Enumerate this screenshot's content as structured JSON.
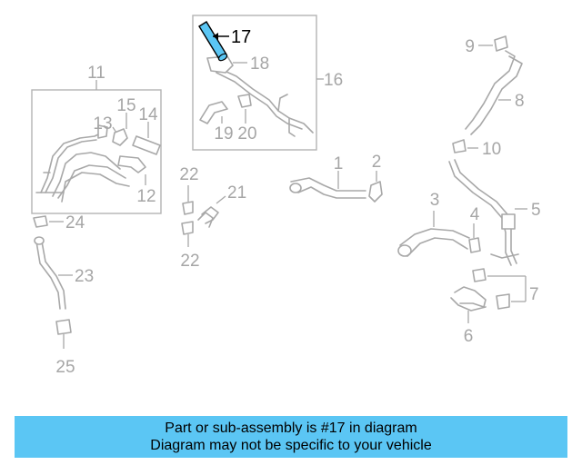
{
  "highlight": {
    "part": "17",
    "color": "#5bc6f4"
  },
  "callouts": {
    "n1": "1",
    "n2": "2",
    "n3": "3",
    "n4": "4",
    "n5": "5",
    "n6": "6",
    "n7": "7",
    "n8": "8",
    "n9": "9",
    "n10": "10",
    "n11": "11",
    "n12": "12",
    "n13": "13",
    "n14": "14",
    "n15": "15",
    "n16": "16",
    "n17": "17",
    "n18": "18",
    "n19": "19",
    "n20": "20",
    "n21": "21",
    "n22a": "22",
    "n22b": "22",
    "n23": "23",
    "n24": "24",
    "n25": "25"
  },
  "banner": {
    "line1": "Part or sub-assembly is #17 in diagram",
    "line2": "Diagram may not be specific to your vehicle",
    "background": "#5bc6f4"
  }
}
